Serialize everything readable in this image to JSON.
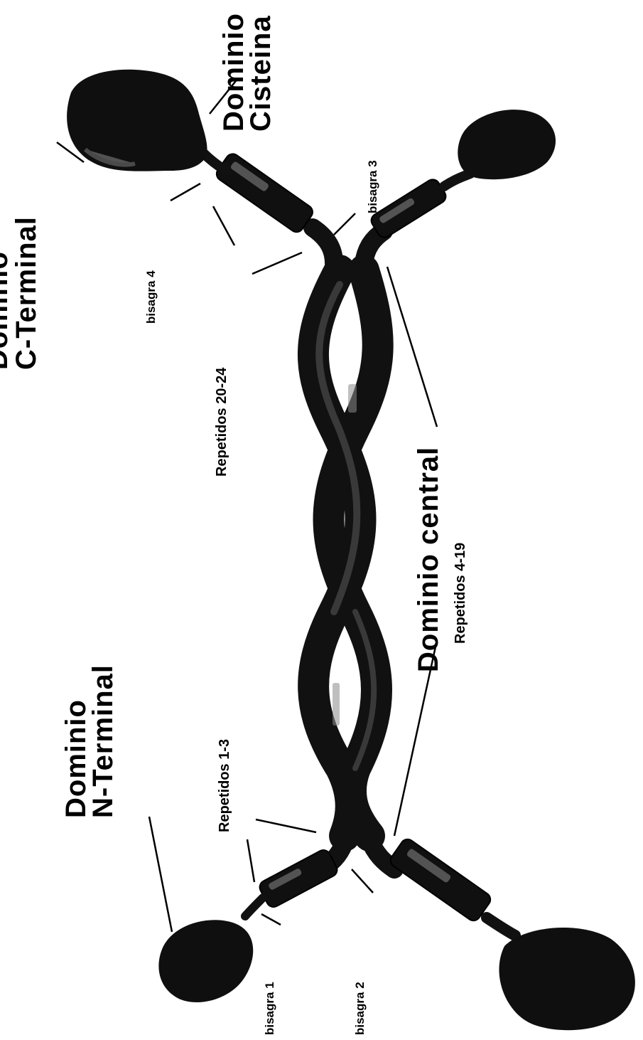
{
  "labels": {
    "c_terminal_line1": "Dominio",
    "c_terminal_line2": "C-Terminal",
    "cisteina_line1": "Dominio",
    "cisteina_line2": "Cisteina",
    "bisagra4": "bisagra 4",
    "bisagra3": "bisagra 3",
    "repetidos_20_24": "Repetidos 20-24",
    "dominio_central_title": "Dominio central",
    "dominio_central_sub": "Repetidos 4-19",
    "repetidos_1_3": "Repetidos 1-3",
    "n_terminal_line1": "Dominio",
    "n_terminal_line2": "N-Terminal",
    "bisagra1": "bisagra 1",
    "bisagra2": "bisagra 2"
  },
  "colors": {
    "protein": "#111111",
    "highlight": "#8a8a8a",
    "background": "#ffffff"
  }
}
